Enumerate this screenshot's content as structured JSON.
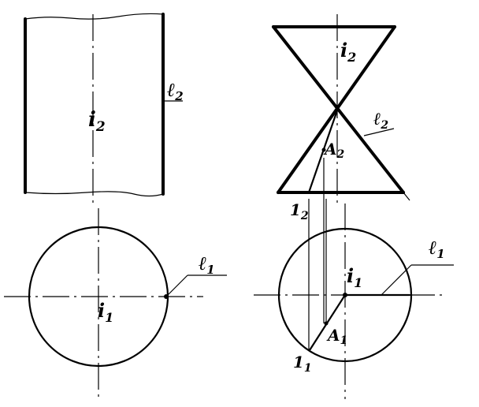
{
  "left_figure": {
    "front_axis_label": "i",
    "front_axis_sub": "2",
    "front_line_label": "ℓ",
    "front_line_sub": "2",
    "top_axis_label": "i",
    "top_axis_sub": "1",
    "top_line_label": "ℓ",
    "top_line_sub": "1"
  },
  "right_figure": {
    "front_axis_label": "i",
    "front_axis_sub": "2",
    "front_line_label": "ℓ",
    "front_line_sub": "2",
    "front_point_label": "A",
    "front_point_sub": "2",
    "front_base_label": "1",
    "front_base_sub": "2",
    "top_axis_label": "i",
    "top_axis_sub": "1",
    "top_line_label": "ℓ",
    "top_line_sub": "1",
    "top_point_label": "A",
    "top_point_sub": "1",
    "top_base_label": "1",
    "top_base_sub": "1"
  }
}
